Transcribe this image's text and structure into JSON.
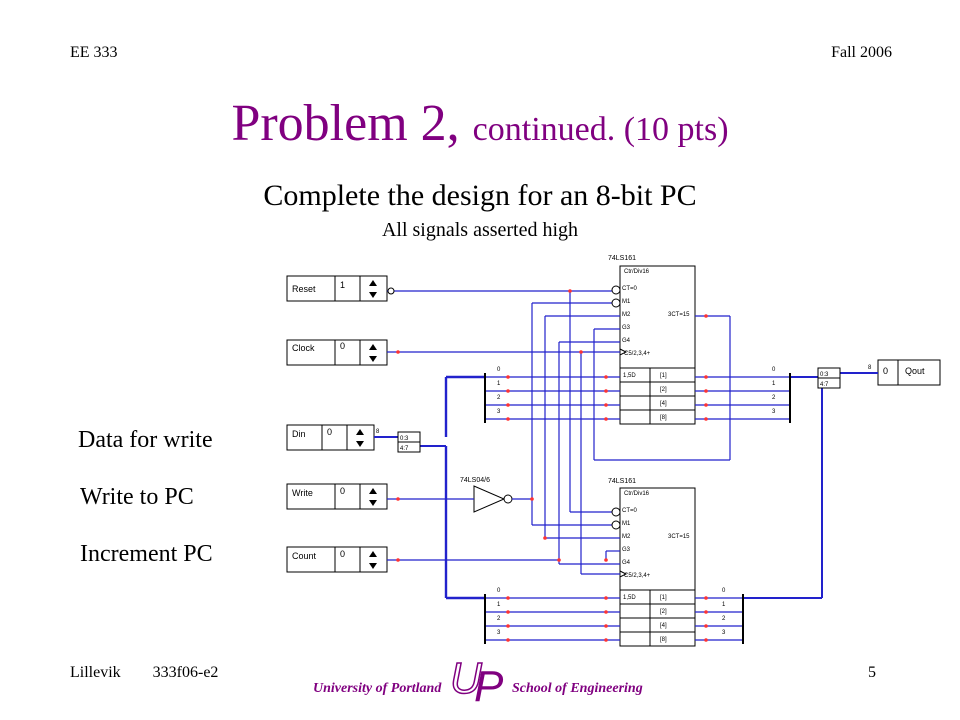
{
  "header": {
    "course": "EE 333",
    "term": "Fall 2006"
  },
  "title": {
    "main": "Problem 2,",
    "sub": "continued.  (10 pts)"
  },
  "subtitle": "Complete the design for an 8-bit PC",
  "note": "All signals asserted high",
  "side_labels": {
    "data": "Data for write",
    "write": "Write to PC",
    "increment": "Increment PC"
  },
  "circuit": {
    "inputs": [
      {
        "name": "Reset",
        "value": "1"
      },
      {
        "name": "Clock",
        "value": "0"
      },
      {
        "name": "Din",
        "value": "0"
      },
      {
        "name": "Write",
        "value": "0"
      },
      {
        "name": "Count",
        "value": "0"
      }
    ],
    "output": {
      "name": "Qout",
      "value": "0"
    },
    "bus_width": "8",
    "split_labels": {
      "low": "0:3",
      "high": "4:7"
    },
    "inverter": "74LS04/6",
    "counter": {
      "part": "74LS161",
      "type": "Ctr/Div16",
      "pins_left": [
        "CT=0",
        "M1",
        "M2",
        "G3",
        "G4",
        "C5/2,3,4+"
      ],
      "pin_right": "3CT=15",
      "data_label": "1,5D",
      "weights": [
        "[1]",
        "[2]",
        "[4]",
        "[8]"
      ]
    },
    "bit_labels": [
      "0",
      "1",
      "2",
      "3"
    ]
  },
  "footer": {
    "author": "Lillevik",
    "file": "333f06-e2",
    "page": "5",
    "university": "University of Portland",
    "school": "School of Engineering",
    "logo_letters": "UP"
  }
}
